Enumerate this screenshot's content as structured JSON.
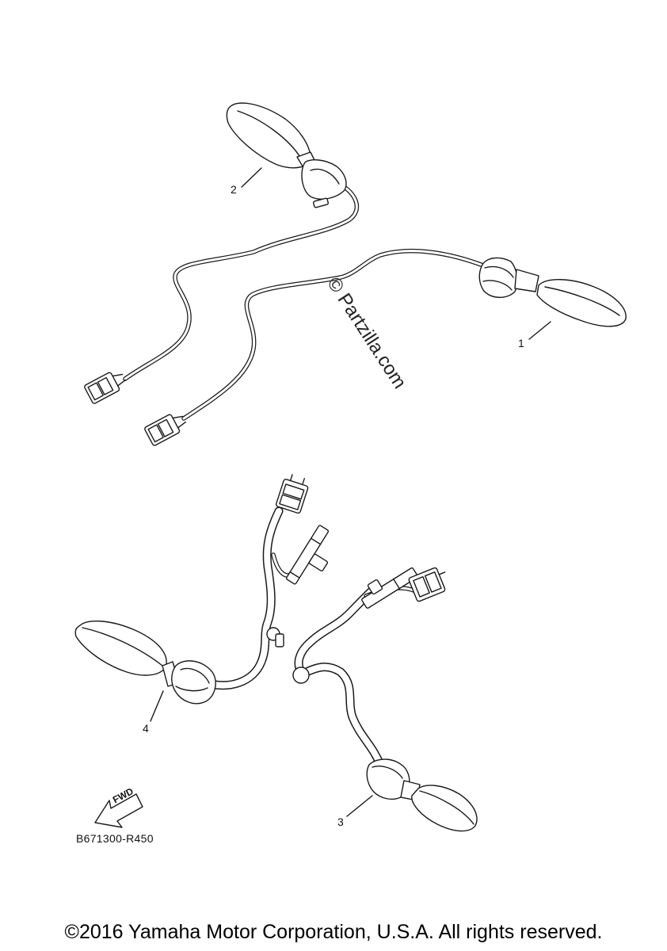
{
  "diagram": {
    "callouts": [
      {
        "id": "1",
        "label": "1"
      },
      {
        "id": "2",
        "label": "2"
      },
      {
        "id": "3",
        "label": "3"
      },
      {
        "id": "4",
        "label": "4"
      }
    ],
    "watermark": "© Partzilla.com",
    "fwd_label": "FWD",
    "part_code": "B671300-R450"
  },
  "footer": {
    "copyright": "©2016 Yamaha Motor Corporation, U.S.A. All rights reserved."
  }
}
